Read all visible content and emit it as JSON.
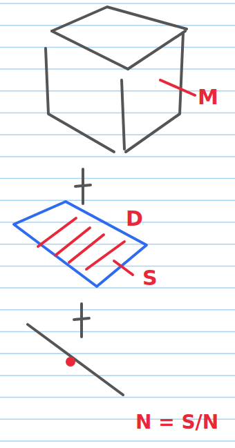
{
  "diagram": {
    "labels": [
      "M",
      "D",
      "S",
      "N = S/N"
    ]
  }
}
